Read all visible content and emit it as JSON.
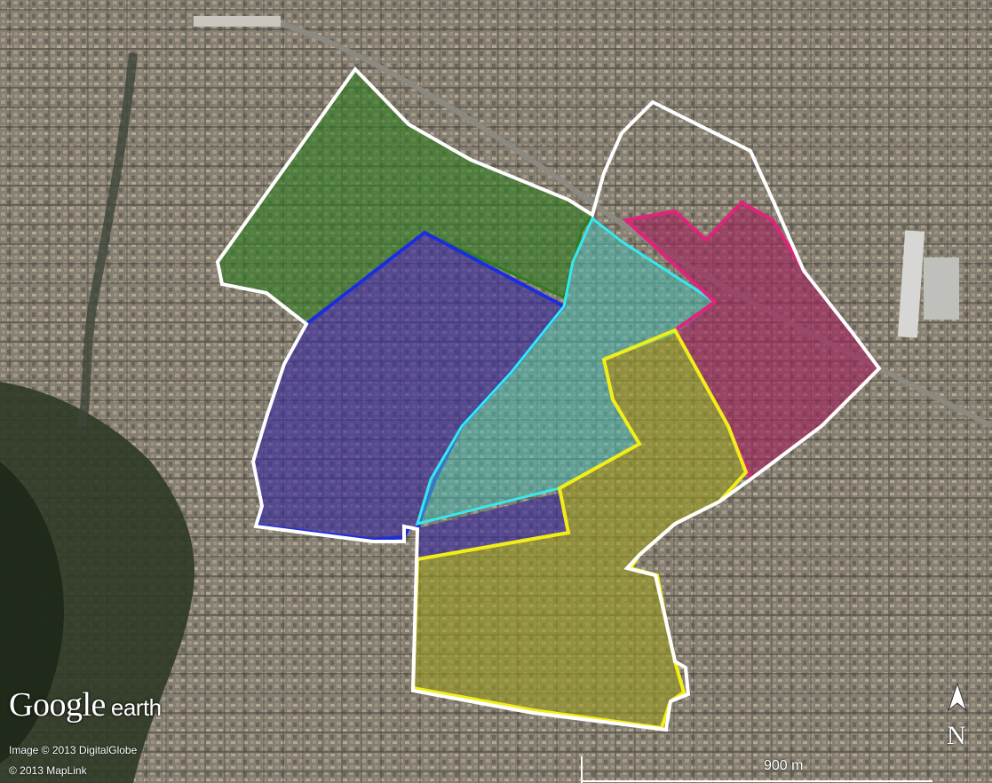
{
  "brand": {
    "name": "Google",
    "suffix": "earth"
  },
  "credits": {
    "imagery": "Image © 2013 DigitalGlobe",
    "mapdata": "© 2013 MapLink"
  },
  "scale": {
    "label": "900 m"
  },
  "compass": {
    "label": "N"
  },
  "regions": [
    {
      "name": "green-region",
      "color": "#2e7d1f",
      "border": "#2e7d1f"
    },
    {
      "name": "blue-region",
      "color": "#3a2aa0",
      "border": "#1a2ee0"
    },
    {
      "name": "cyan-region",
      "color": "#49b9b0",
      "border": "#36e8f0"
    },
    {
      "name": "magenta-region",
      "color": "#a0205a",
      "border": "#e0247a"
    },
    {
      "name": "yellow-region",
      "color": "#9a9a20",
      "border": "#f2ee1a"
    }
  ],
  "outer_boundary_color": "#ffffff"
}
